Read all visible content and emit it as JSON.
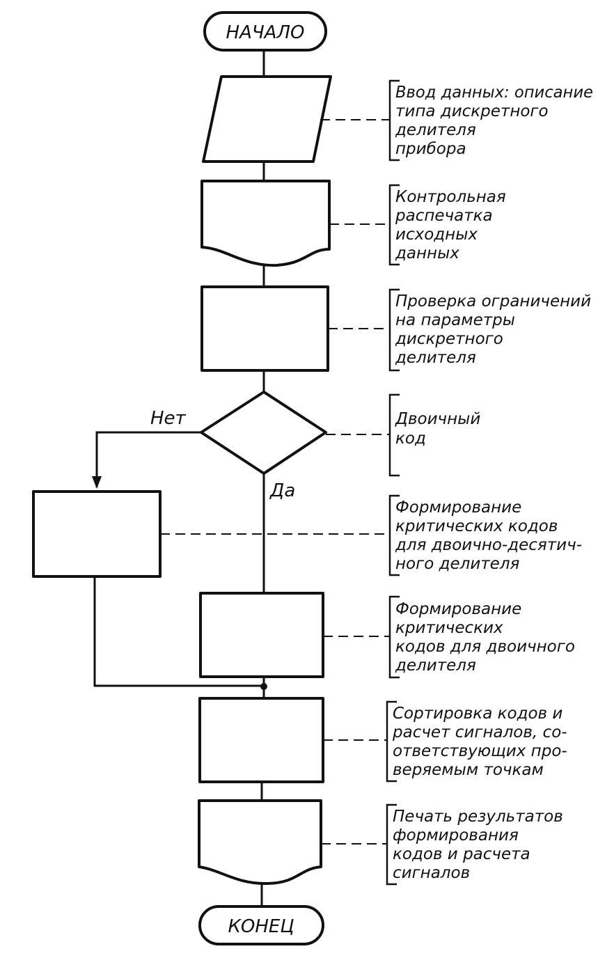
{
  "diagram": {
    "start": "НАЧАЛО",
    "end": "КОНЕЦ",
    "branch_no": "Нет",
    "branch_yes": "Да",
    "annotations": [
      {
        "lines": [
          "Ввод данных: описание",
          "типа дискретного",
          "делителя",
          "прибора"
        ]
      },
      {
        "lines": [
          "Контрольная",
          "распечатка",
          "исходных",
          "данных"
        ]
      },
      {
        "lines": [
          "Проверка ограничений",
          "на параметры",
          "дискретного",
          "делителя"
        ]
      },
      {
        "lines": [
          "Двоичный",
          "код"
        ]
      },
      {
        "lines": [
          "Формирование",
          "критических кодов",
          "для двоично-десятич-",
          "ного делителя"
        ]
      },
      {
        "lines": [
          "Формирование",
          "критических",
          "кодов для двоичного",
          "делителя"
        ]
      },
      {
        "lines": [
          "Сортировка кодов и",
          "расчет сигналов, со-",
          "ответствующих про-",
          "веряемым точкам"
        ]
      },
      {
        "lines": [
          "Печать результатов",
          "формирования",
          "кодов и расчета",
          "сигналов"
        ]
      }
    ]
  }
}
